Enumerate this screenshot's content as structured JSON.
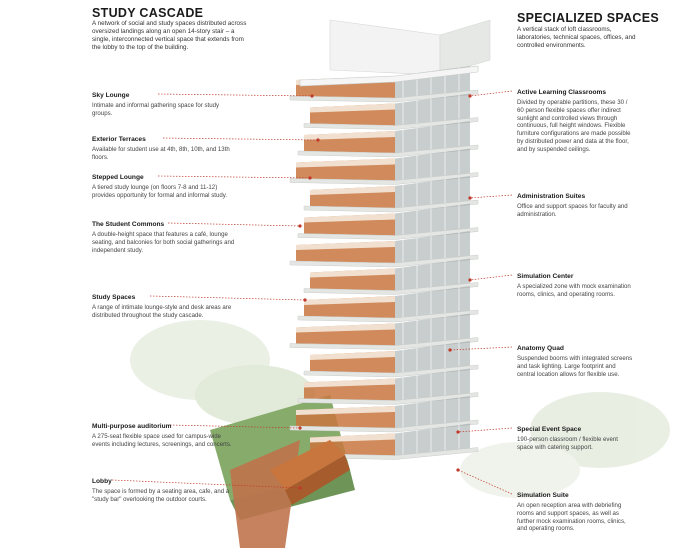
{
  "left": {
    "title": "STUDY CASCADE",
    "intro": "A network of social and study spaces distributed across oversized landings along an open 14-story stair – a single, interconnected vertical space that extends from the lobby to the top of the building.",
    "items": [
      {
        "title": "Sky Lounge",
        "desc": "Intimate and informal gathering space for study groups."
      },
      {
        "title": "Exterior Terraces",
        "desc": "Available for student use at 4th, 8th, 10th, and 13th floors."
      },
      {
        "title": "Stepped Lounge",
        "desc": "A tiered study lounge (on floors 7-8 and 11-12) provides opportunity for formal and informal study."
      },
      {
        "title": "The Student Commons",
        "desc": "A double-height space that features a café, lounge seating, and balconies for both social gatherings and independent study."
      },
      {
        "title": "Study Spaces",
        "desc": "A range of intimate lounge-style and desk areas are distributed throughout the study cascade."
      },
      {
        "title": "Multi-purpose auditorium",
        "desc": "A 275-seat flexible space used for campus-wide events including lectures, screenings, and concerts."
      },
      {
        "title": "Lobby",
        "desc": "The space is formed by a seating area, cafe, and a \"study bar\" overlooking the outdoor courts."
      }
    ]
  },
  "right": {
    "title": "SPECIALIZED SPACES",
    "intro": "A vertical stack of loft classrooms, laboratories, technical spaces, offices, and controlled environments.",
    "items": [
      {
        "title": "Active Learning Classrooms",
        "desc": "Divided by operable partitions, these 30 / 60 person flexible spaces offer indirect sunlight and controlled views through continuous, full height windows. Flexible furniture configurations are made possible by distributed power and data at the floor, and by suspended ceilings."
      },
      {
        "title": "Administration Suites",
        "desc": "Office and support spaces for faculty and administration."
      },
      {
        "title": "Simulation Center",
        "desc": "A specialized zone with mock examination rooms, clinics, and operating rooms."
      },
      {
        "title": "Anatomy Quad",
        "desc": "Suspended booms with integrated screens and task lighting. Large footprint and central location allows for flexible use."
      },
      {
        "title": "Special Event Space",
        "desc": "190-person classroom / flexible event space with catering support."
      },
      {
        "title": "Simulation Suite",
        "desc": "An open reception area with debriefing rooms and support spaces, as well as further mock examination rooms, clinics, and operating rooms."
      }
    ]
  },
  "colors": {
    "accent": "#c0392b",
    "wood": "#c8763e",
    "concrete": "#e4e6e4",
    "glass": "#9aa4a6",
    "green": "#6f9a52"
  }
}
